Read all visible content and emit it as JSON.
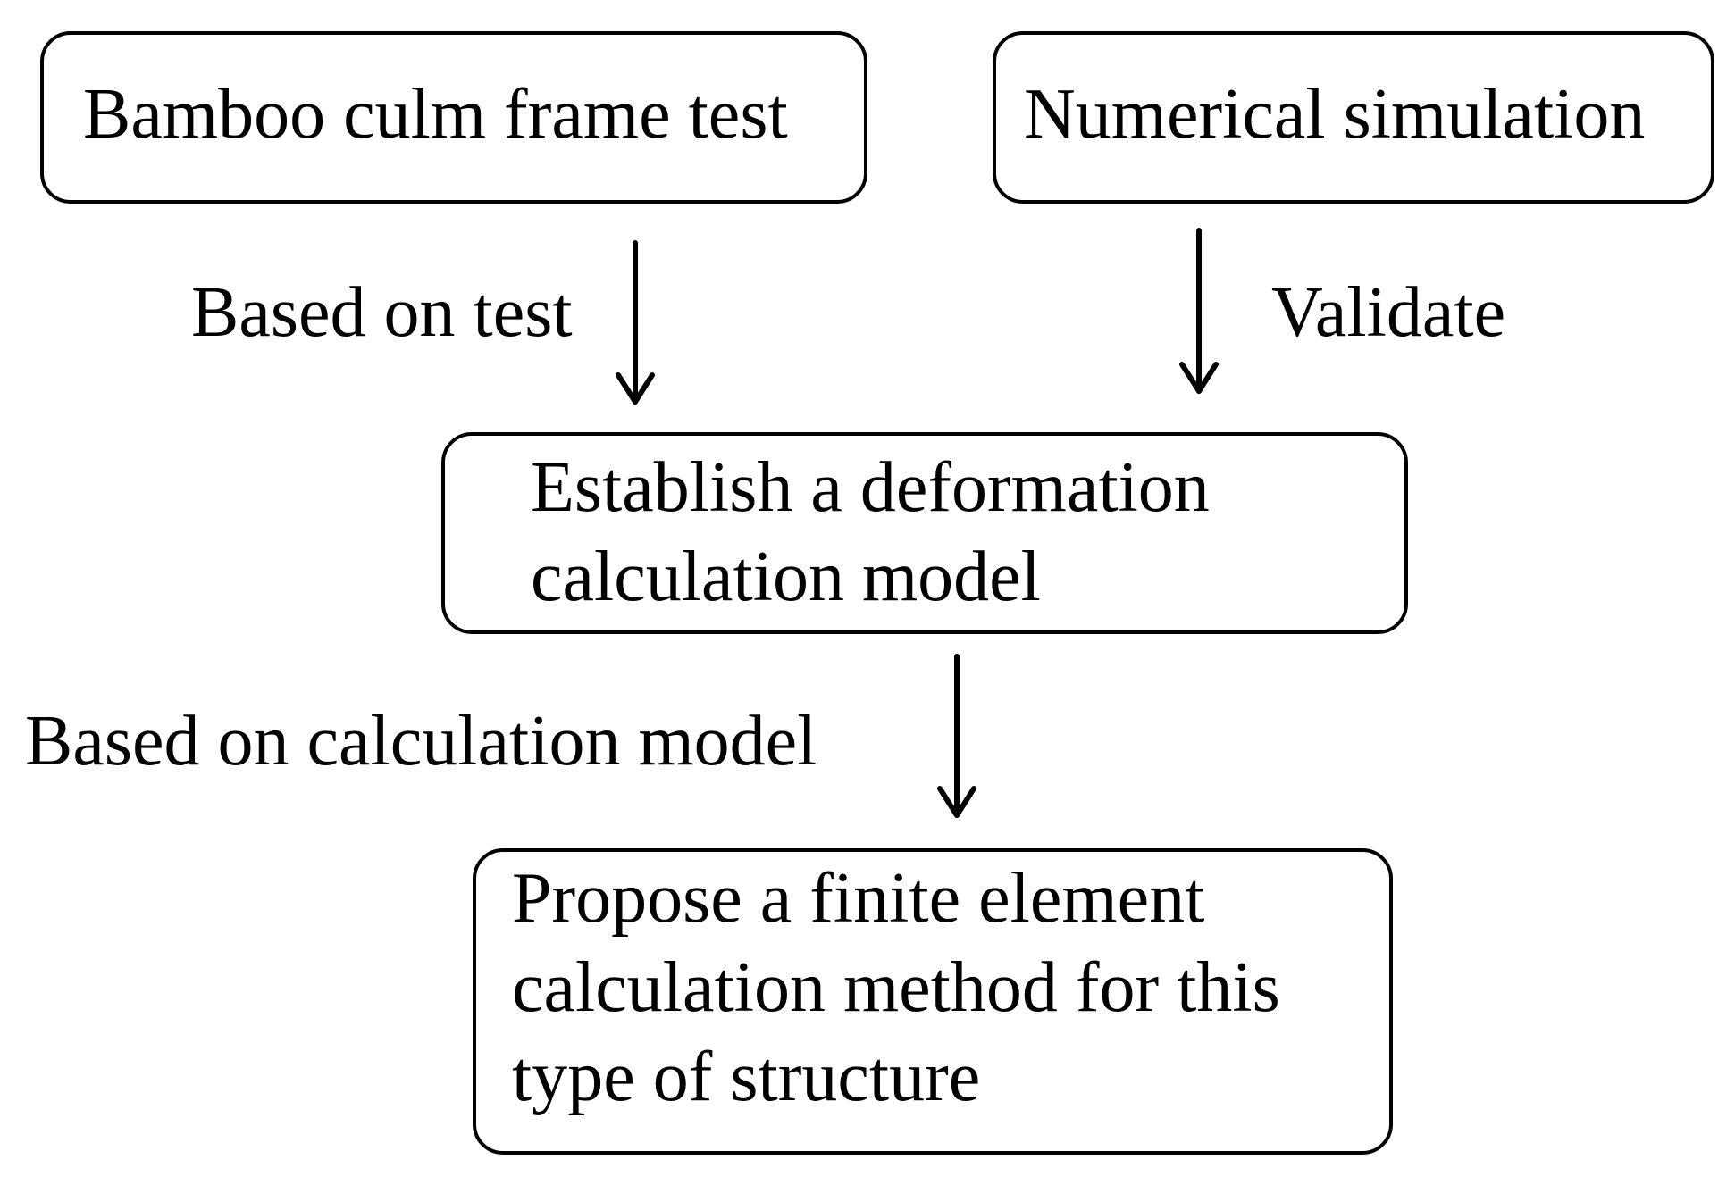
{
  "boxes": {
    "bamboo_test": {
      "text": "Bamboo culm frame test"
    },
    "numerical_simulation": {
      "text": "Numerical simulation"
    },
    "deformation_model": {
      "line1": "Establish a deformation",
      "line2": "calculation model"
    },
    "finite_element": {
      "line1": "Propose a finite element",
      "line2": "calculation method for this",
      "line3": "type of structure"
    }
  },
  "labels": {
    "based_on_test": "Based on test",
    "validate": "Validate",
    "based_on_model": "Based on calculation model"
  }
}
